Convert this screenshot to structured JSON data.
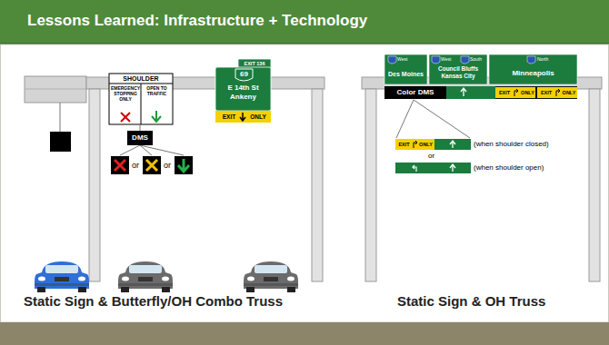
{
  "diagram": {
    "title": "Lessons Learned: Infrastructure + Technology",
    "nodes": [
      {
        "text": [
          "SHOULDER",
          "EMERGENCY STOPPING ONLY",
          "OPEN TO TRAFFIC"
        ]
      },
      {
        "text": [
          "DMS"
        ]
      },
      {
        "text": [
          "EXIT 136",
          "69",
          "E 14th St Ankeny",
          "EXIT",
          "ONLY"
        ]
      },
      {
        "text": [
          "West",
          "Des Moines"
        ]
      },
      {
        "text": [
          "West",
          "South",
          "Council Bluffs Kansas City"
        ]
      },
      {
        "text": [
          "North",
          "Minneapolis"
        ]
      },
      {
        "text": [
          "Color DMS",
          "EXIT",
          "ONLY",
          "EXIT",
          "ONLY"
        ]
      },
      {
        "text": [
          "EXIT",
          "ONLY"
        ]
      }
    ],
    "labels": [
      "or",
      "or",
      "(when shoulder closed)",
      "or",
      "(when shoulder open)",
      "Static Sign & Butterfly/OH Combo Truss",
      "Static Sign & OH Truss"
    ]
  }
}
